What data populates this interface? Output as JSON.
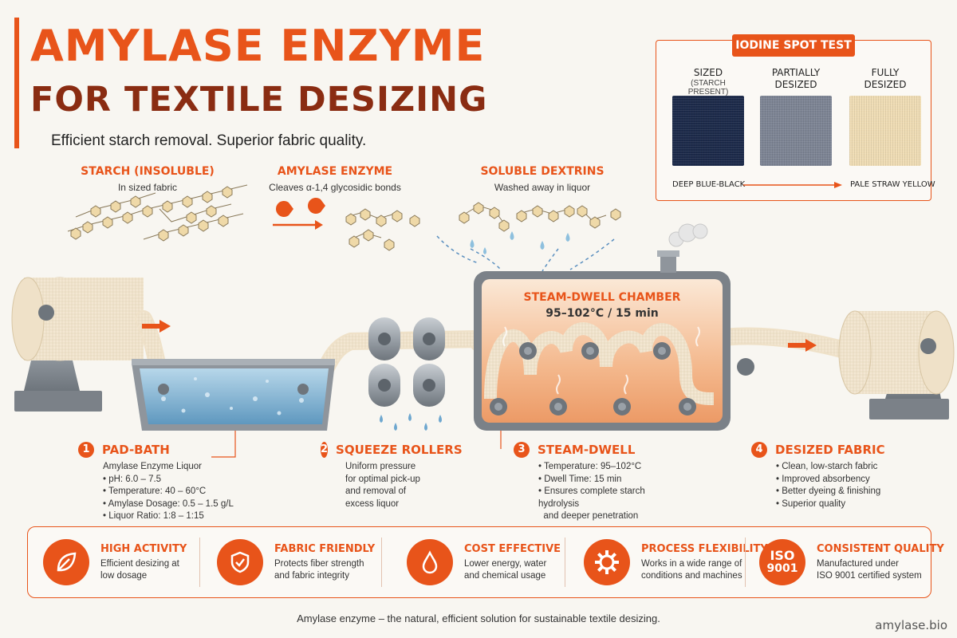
{
  "header": {
    "title_line1": "AMYLASE ENZYME",
    "title_line2": "FOR TEXTILE DESIZING",
    "subtitle": "Efficient starch removal. Superior fabric quality."
  },
  "molecules": [
    {
      "label": "STARCH (INSOLUBLE)",
      "sub": "In sized fabric"
    },
    {
      "label": "AMYLASE ENZYME",
      "sub": "Cleaves α-1,4 glycosidic bonds"
    },
    {
      "label": "SOLUBLE DEXTRINS",
      "sub": "Washed away in liquor"
    }
  ],
  "iodine_test": {
    "title": "IODINE SPOT TEST",
    "samples": [
      {
        "label_line1": "SIZED",
        "label_line2": "",
        "note": "(STARCH PRESENT)",
        "color": "#1c2a4a"
      },
      {
        "label_line1": "PARTIALLY",
        "label_line2": "DESIZED",
        "note": "",
        "color": "#7d8494"
      },
      {
        "label_line1": "FULLY",
        "label_line2": "DESIZED",
        "note": "",
        "color": "#efdcb4"
      }
    ],
    "scale_start": "DEEP BLUE-BLACK",
    "scale_end": "PALE STRAW YELLOW"
  },
  "chamber": {
    "label": "STEAM-DWELL CHAMBER",
    "condition": "95–102°C / 15 min"
  },
  "steps": [
    {
      "number": "1",
      "title": "PAD-BATH",
      "lines": [
        "Amylase Enzyme Liquor",
        "• pH: 6.0 – 7.5",
        "• Temperature: 40 – 60°C",
        "• Amylase Dosage: 0.5 – 1.5 g/L",
        "• Liquor Ratio: 1:8 – 1:15"
      ]
    },
    {
      "number": "2",
      "title": "SQUEEZE ROLLERS",
      "lines": [
        "Uniform pressure",
        "for optimal pick-up",
        "and removal of",
        "excess liquor"
      ]
    },
    {
      "number": "3",
      "title": "STEAM-DWELL",
      "lines": [
        "• Temperature: 95–102°C",
        "• Dwell Time: 15 min",
        "• Ensures complete starch hydrolysis",
        "  and deeper penetration"
      ]
    },
    {
      "number": "4",
      "title": "DESIZED FABRIC",
      "lines": [
        "• Clean, low-starch fabric",
        "• Improved absorbency",
        "• Better dyeing & finishing",
        "• Superior quality"
      ]
    }
  ],
  "benefits": [
    {
      "icon": "leaf-icon",
      "title": "HIGH ACTIVITY",
      "line1": "Efficient desizing at",
      "line2": "low dosage"
    },
    {
      "icon": "shield-check-icon",
      "title": "FABRIC FRIENDLY",
      "line1": "Protects fiber strength",
      "line2": "and fabric integrity"
    },
    {
      "icon": "water-drop-icon",
      "title": "COST EFFECTIVE",
      "line1": "Lower energy, water",
      "line2": "and chemical usage"
    },
    {
      "icon": "gear-icon",
      "title": "PROCESS FLEXIBILITY",
      "line1": "Works in a wide range of",
      "line2": "conditions and machines"
    },
    {
      "icon": "iso-badge-icon",
      "icon_text_1": "ISO",
      "icon_text_2": "9001",
      "title": "CONSISTENT QUALITY",
      "line1": "Manufactured under",
      "line2": "ISO 9001 certified system"
    }
  ],
  "footer": {
    "tagline": "Amylase enzyme – the natural, efficient solution for sustainable textile desizing.",
    "site": "amylase.bio"
  },
  "colors": {
    "accent": "#e8541a",
    "dark_accent": "#8a2c12",
    "fabric": "#f3e7d2",
    "steel": "#8f959c",
    "water": "#7fb3d4"
  }
}
